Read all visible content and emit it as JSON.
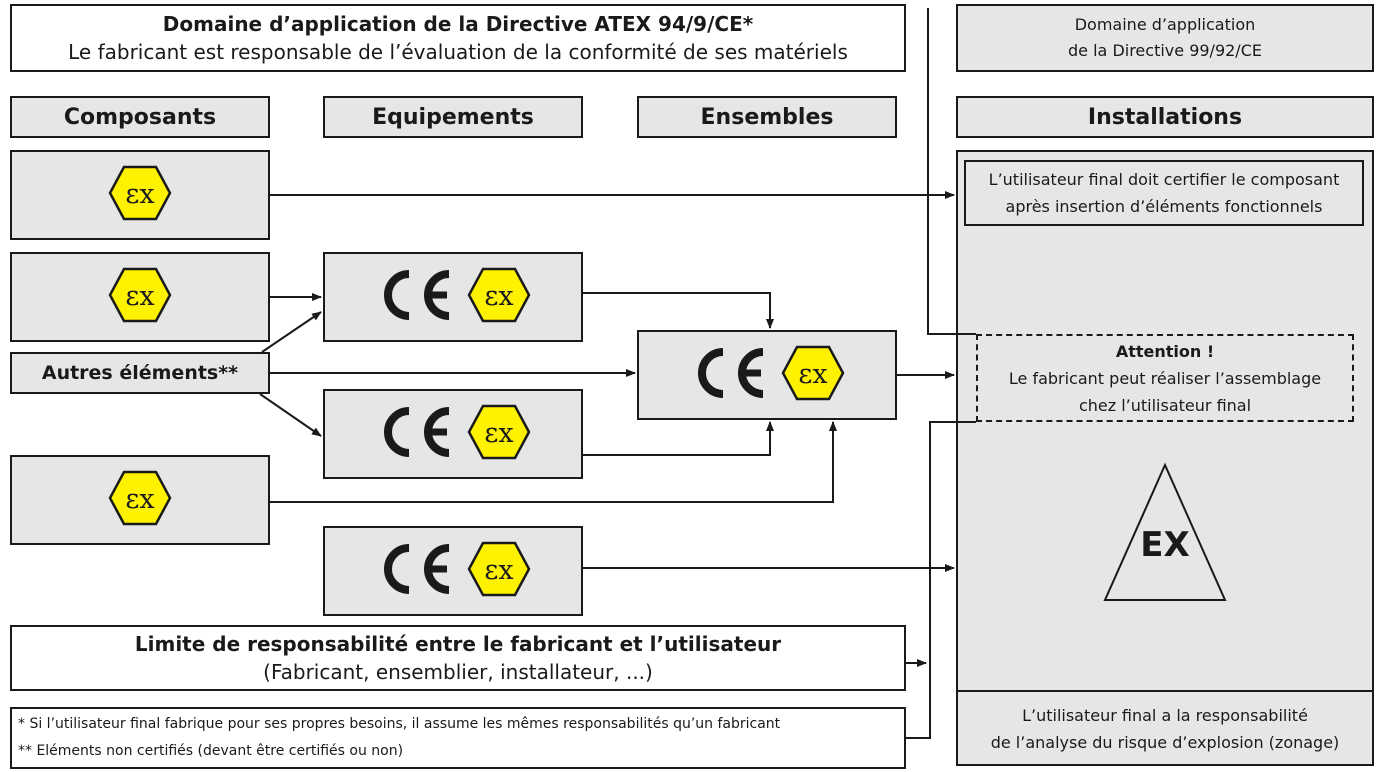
{
  "title_box": {
    "line1": "Domaine d’application de la Directive ATEX 94/9/CE*",
    "line2": "Le fabricant est responsable de l’évaluation de la conformité de ses matériels"
  },
  "scope_box": {
    "line1": "Domaine d’application",
    "line2": "de la Directive 99/92/CE"
  },
  "columns": {
    "composants": "Composants",
    "equipements": "Equipements",
    "ensembles": "Ensembles",
    "installations": "Installations"
  },
  "autres": "Autres éléments**",
  "certify_note": {
    "line1": "L’utilisateur final doit certifier le composant",
    "line2": "après insertion d’éléments fonctionnels"
  },
  "attention": {
    "title": "Attention !",
    "line1": "Le fabricant peut réaliser l’assemblage",
    "line2": "chez l’utilisateur final"
  },
  "ex_triangle": "EX",
  "limit_box": {
    "line1": "Limite de responsabilité entre le fabricant et l’utilisateur",
    "line2": "(Fabricant, ensemblier, installateur, ...)"
  },
  "footnotes": {
    "note1": "* Si l’utilisateur final fabrique pour ses propres besoins, il assume les mêmes responsabilités qu’un fabricant",
    "note2": "** Eléments non certifiés (devant être certifiés ou non)"
  },
  "zoning_note": {
    "line1": "L’utilisateur final a la responsabilité",
    "line2": "de l’analyse du risque d’explosion (zonage)"
  },
  "colors": {
    "panel": "#e6e6e6",
    "ex_yellow": "#fff200",
    "ink": "#1a1a1a"
  },
  "icons": [
    "ex-hexagon-icon",
    "ce-mark-icon",
    "ex-triangle-icon"
  ]
}
